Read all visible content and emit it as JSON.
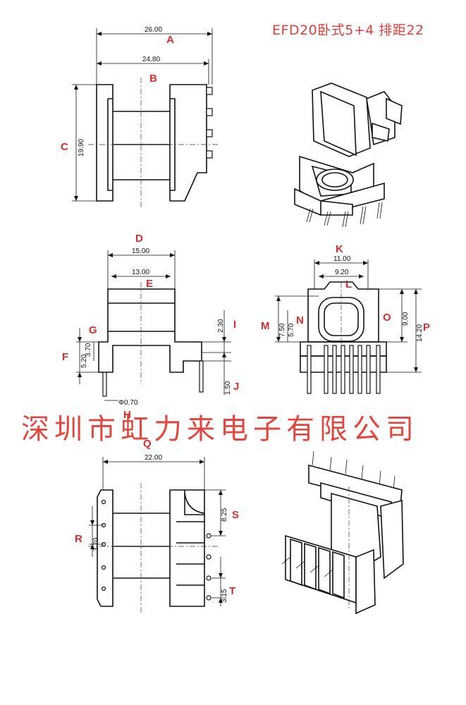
{
  "title": "EFD20卧式5+4 排距22",
  "company": "深圳市虹力来电子有限公司",
  "letters": {
    "A": "A",
    "B": "B",
    "C": "C",
    "D": "D",
    "E": "E",
    "F": "F",
    "G": "G",
    "H": "H",
    "I": "I",
    "J": "J",
    "K": "K",
    "L": "L",
    "M": "M",
    "N": "N",
    "O": "O",
    "P": "P",
    "Q": "Q",
    "R": "R",
    "S": "S",
    "T": "T"
  },
  "dims": {
    "A": "26.00",
    "B": "24.80",
    "C": "19.90",
    "D": "15.00",
    "E": "13.00",
    "F": "5.20",
    "G": "3.70",
    "H": "Φ0.70",
    "I": "2.30",
    "J": "1.50",
    "K": "11.00",
    "L": "9.20",
    "M": "7.50",
    "N": "5.70",
    "O": "9.00",
    "P": "14.20",
    "Q": "22.00",
    "R": "3.70",
    "S": "8.25",
    "T": "3.15"
  },
  "colors": {
    "accent": "#d9403a",
    "line": "#111111"
  }
}
